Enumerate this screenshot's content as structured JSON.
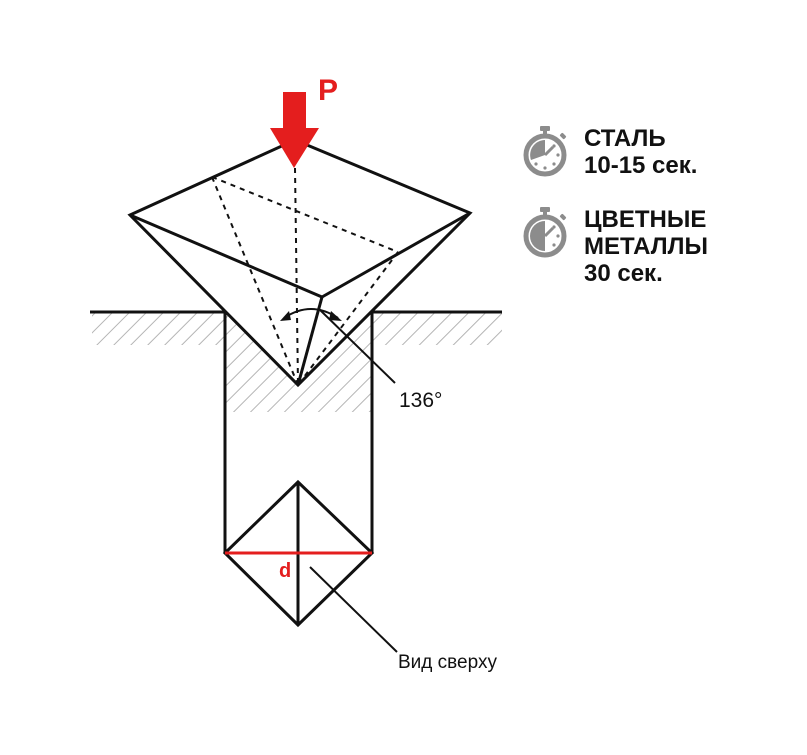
{
  "diagram": {
    "force_label": "P",
    "angle_label": "136°",
    "diagonal_label": "d",
    "top_view_label": "Вид сверху"
  },
  "legend": [
    {
      "icon": "stopwatch-icon",
      "lines": [
        "СТАЛЬ",
        "10-15 сек."
      ]
    },
    {
      "icon": "stopwatch-icon",
      "lines": [
        "ЦВЕТНЫЕ",
        "МЕТАЛЛЫ",
        "30 сек."
      ]
    }
  ],
  "colors": {
    "accent_red": "#e41e1e",
    "line": "#111111",
    "icon_gray": "#8c8c8c"
  }
}
